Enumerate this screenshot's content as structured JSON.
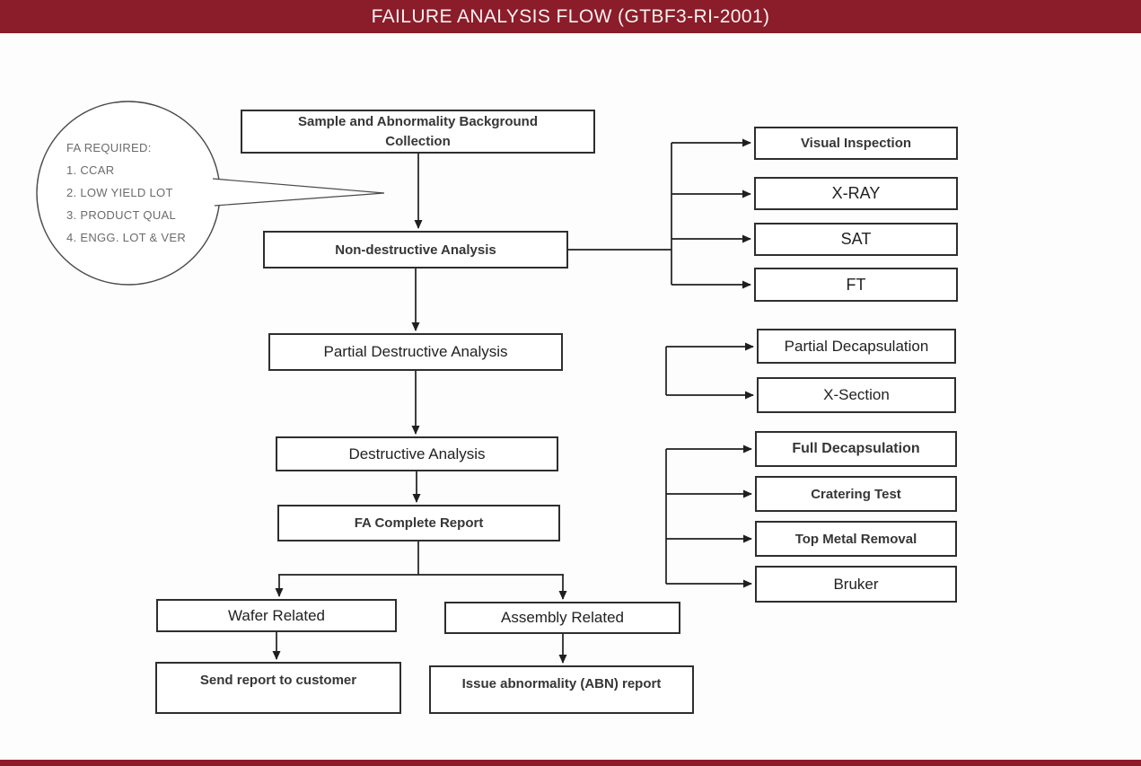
{
  "header": {
    "title": "FAILURE ANALYSIS FLOW (GTBF3-RI-2001)"
  },
  "callout": {
    "lines": [
      "FA REQUIRED:",
      "1. CCAR",
      "2. LOW YIELD LOT",
      "3. PRODUCT QUAL",
      "4. ENGG. LOT & VER"
    ]
  },
  "nodes": {
    "sample": {
      "label": "Sample and Abnormality Background Collection"
    },
    "nondest": {
      "label": "Non-destructive Analysis"
    },
    "partial_dest": {
      "label": "Partial Destructive Analysis"
    },
    "dest": {
      "label": "Destructive Analysis"
    },
    "fa_report": {
      "label": "FA Complete Report"
    },
    "wafer": {
      "label": "Wafer Related"
    },
    "assembly": {
      "label": "Assembly Related"
    },
    "send_report": {
      "label": "Send report to customer"
    },
    "issue_abn": {
      "label": "Issue abnormality (ABN) report"
    },
    "visual": {
      "label": "Visual Inspection"
    },
    "xray": {
      "label": "X-RAY"
    },
    "sat": {
      "label": "SAT"
    },
    "ft": {
      "label": "FT"
    },
    "partial_decap": {
      "label": "Partial Decapsulation"
    },
    "xsection": {
      "label": "X-Section"
    },
    "full_decap": {
      "label": "Full Decapsulation"
    },
    "cratering": {
      "label": "Cratering Test"
    },
    "top_metal": {
      "label": "Top Metal Removal"
    },
    "bruker": {
      "label": "Bruker"
    }
  },
  "colors": {
    "header_bar": "#8B1C29",
    "box_border": "#2e2e2e",
    "connector_line": "#1f1f1f",
    "callout_text": "#6b6b6b",
    "title_text": "#f7f2f2"
  }
}
